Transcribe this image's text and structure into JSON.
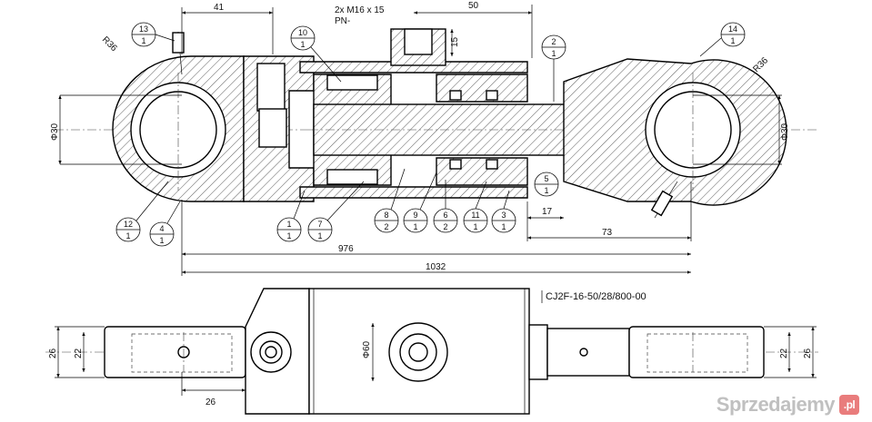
{
  "title_block": {
    "designation": "CJ2F-16-50/28/800-00"
  },
  "dimensions": {
    "top_41": "41",
    "top_50": "50",
    "port": "2x M16 x 15",
    "pn": "PN-",
    "port_depth": "15",
    "r36_left": "R36",
    "r36_right": "R36",
    "dia30_left": "Φ30",
    "dia30_right": "Φ30",
    "d17": "17",
    "d73": "73",
    "d976": "976",
    "d1032": "1032",
    "dia60": "Φ60",
    "w26_left": "26",
    "w22_left": "22",
    "w26_right": "26",
    "w22_right": "22",
    "w26_bottom": "26"
  },
  "balloons": [
    {
      "num": "13",
      "qty": "1"
    },
    {
      "num": "10",
      "qty": "1"
    },
    {
      "num": "2",
      "qty": "1"
    },
    {
      "num": "14",
      "qty": "1"
    },
    {
      "num": "5",
      "qty": "1"
    },
    {
      "num": "12",
      "qty": "1"
    },
    {
      "num": "4",
      "qty": "1"
    },
    {
      "num": "1",
      "qty": "1"
    },
    {
      "num": "7",
      "qty": "1"
    },
    {
      "num": "8",
      "qty": "2"
    },
    {
      "num": "9",
      "qty": "1"
    },
    {
      "num": "6",
      "qty": "2"
    },
    {
      "num": "11",
      "qty": "1"
    },
    {
      "num": "3",
      "qty": "1"
    }
  ],
  "watermark": {
    "badge": ".pl",
    "text": "Sprzedajemy"
  }
}
